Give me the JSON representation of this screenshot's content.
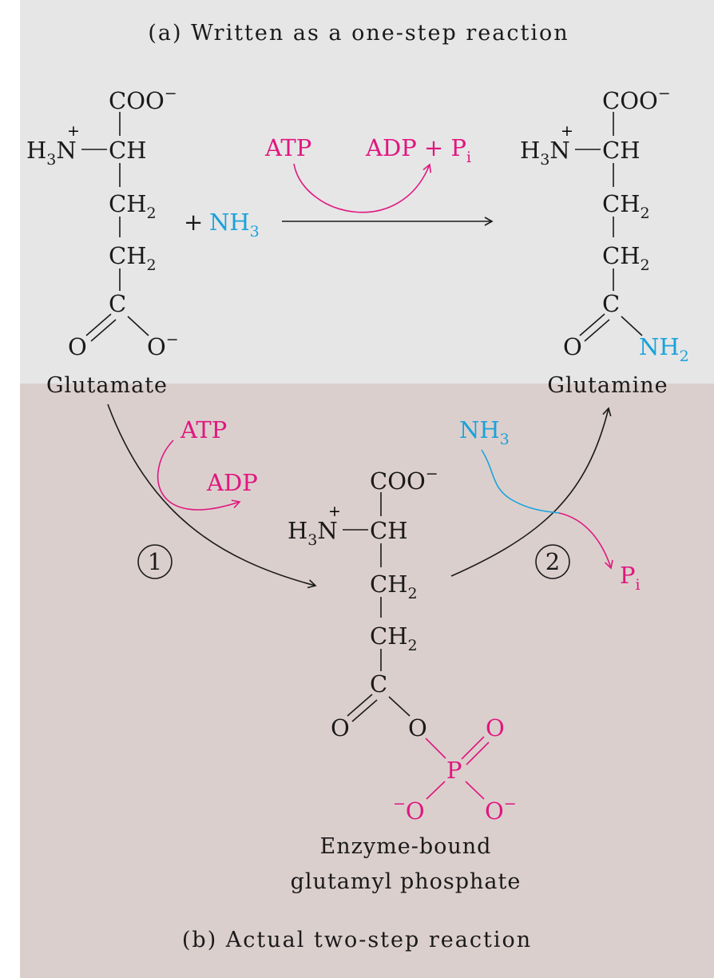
{
  "panel_a": {
    "caption": "(a) Written as a one-step reaction"
  },
  "panel_b": {
    "caption": "(b) Actual two-step reaction"
  },
  "glutamate": {
    "name": "Glutamate"
  },
  "glutamine": {
    "name": "Glutamine"
  },
  "intermediate": {
    "name_line1": "Enzyme-bound",
    "name_line2": "glutamyl phosphate"
  },
  "reagents": {
    "atp": "ATP",
    "adp": "ADP",
    "adp_pi": "ADP + P",
    "pi_p": "P",
    "i": "i",
    "plus": "+",
    "nh3": "NH",
    "nh2": "NH",
    "sub2": "2",
    "sub3": "3"
  },
  "atoms": {
    "coo": "COO",
    "minus": "−",
    "h": "H",
    "n": "N",
    "plus": "+",
    "ch": "CH",
    "ch2": "CH",
    "c": "C",
    "o": "O",
    "p": "P"
  },
  "steps": {
    "one": "1",
    "two": "2"
  },
  "colors": {
    "magenta": "#e0177f",
    "cyan": "#19a3db",
    "panel_a_bg": "#e6e6e7",
    "panel_b_bg": "#dbcfcd"
  }
}
